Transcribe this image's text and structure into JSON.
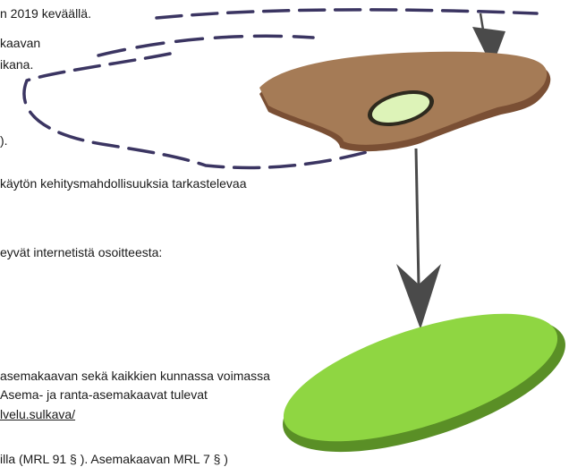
{
  "document": {
    "lines": [
      {
        "text": "n 2019 keväällä."
      },
      {
        "text": "kaavan"
      },
      {
        "text": "ikana."
      },
      {
        "text": ")."
      },
      {
        "text": "käytön kehitysmahdollisuuksia tarkastelevaa"
      },
      {
        "text": "eyvät internetistä osoitteesta:"
      },
      {
        "text": "asemakaavan sekä kaikkien kunnassa voimassa"
      },
      {
        "text": " Asema- ja ranta-asemakaavat tulevat"
      },
      {
        "text": "lvelu.sulkava/"
      },
      {
        "text": "illa (MRL 91 § ). Asemakaavan MRL 7 § )"
      }
    ]
  },
  "illustration": {
    "colors": {
      "upper_plate": "#a57b56",
      "upper_plate_edge": "#7a4f34",
      "lower_plate": "#8fd642",
      "lower_plate_edge": "#5a8f26",
      "hole": "#ddf3b8",
      "arrow": "#4a4a4a",
      "dash_path": "#3b3562"
    }
  }
}
